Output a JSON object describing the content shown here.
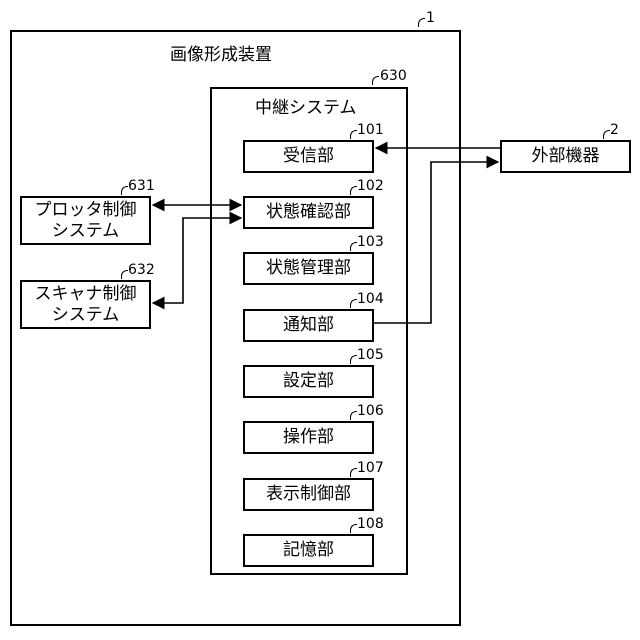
{
  "outer": {
    "title": "画像形成装置",
    "ref": "1"
  },
  "relay": {
    "title": "中継システム",
    "ref": "630"
  },
  "external": {
    "label": "外部機器",
    "ref": "2"
  },
  "plotter": {
    "line1": "プロッタ制御",
    "line2": "システム",
    "ref": "631"
  },
  "scanner": {
    "line1": "スキャナ制御",
    "line2": "システム",
    "ref": "632"
  },
  "units": [
    {
      "label": "受信部",
      "ref": "101"
    },
    {
      "label": "状態確認部",
      "ref": "102"
    },
    {
      "label": "状態管理部",
      "ref": "103"
    },
    {
      "label": "通知部",
      "ref": "104"
    },
    {
      "label": "設定部",
      "ref": "105"
    },
    {
      "label": "操作部",
      "ref": "106"
    },
    {
      "label": "表示制御部",
      "ref": "107"
    },
    {
      "label": "記憶部",
      "ref": "108"
    }
  ]
}
